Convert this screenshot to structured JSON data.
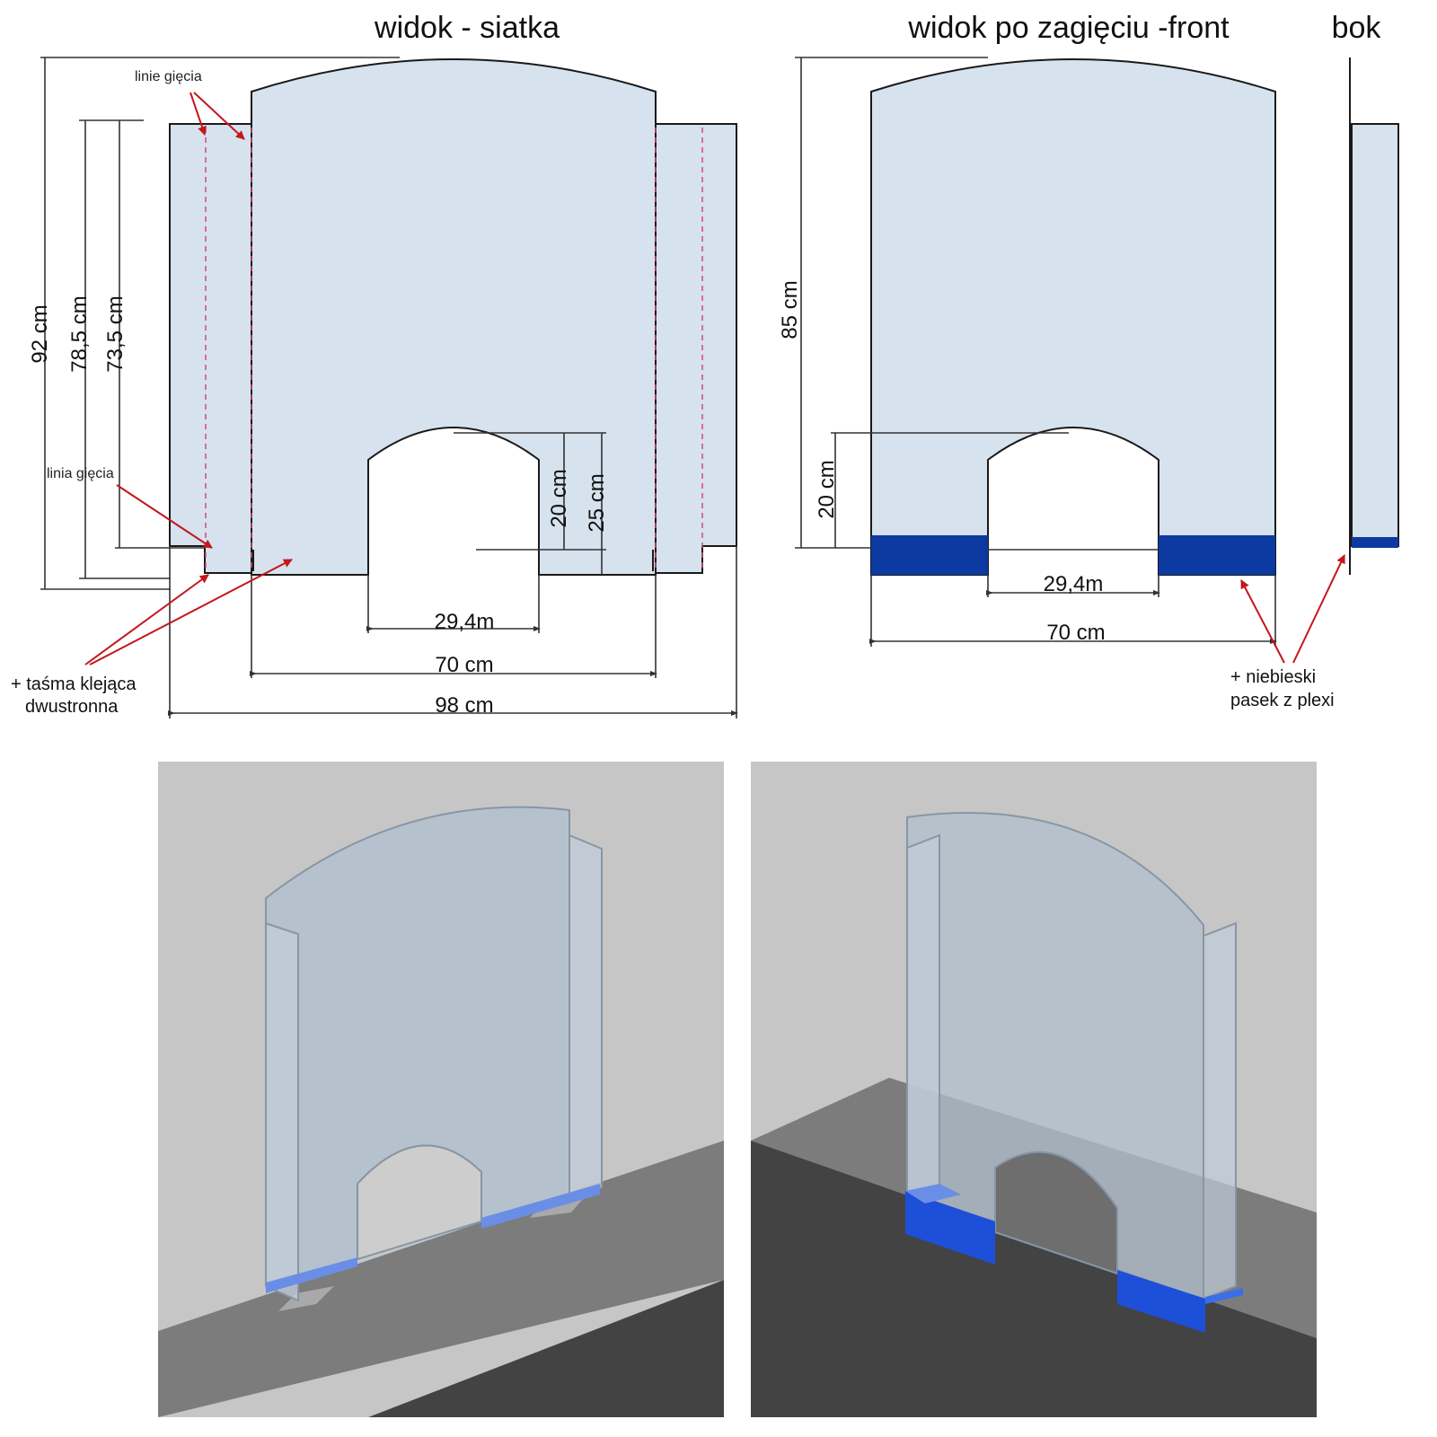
{
  "titles": {
    "net_view": "widok - siatka",
    "front_view": "widok po zagięciu -front",
    "side_view": "bok"
  },
  "net": {
    "dim_total_height": "92 cm",
    "dim_side_height_outer": "78,5 cm",
    "dim_side_height_inner": "73,5 cm",
    "dim_arch_inner": "20 cm",
    "dim_arch_outer": "25 cm",
    "dim_opening_width": "29,4m",
    "dim_panel_width": "70 cm",
    "dim_total_width": "98 cm",
    "label_fold_lines": "linie gięcia",
    "label_fold_line": "linia gięcia",
    "label_tape_line1": "+ taśma klejąca",
    "label_tape_line2": "dwustronna"
  },
  "front": {
    "dim_height": "85 cm",
    "dim_arch": "20 cm",
    "dim_opening_width": "29,4m",
    "dim_width": "70 cm",
    "label_strip_line1": "+ niebieski",
    "label_strip_line2": "pasek z plexi"
  },
  "colors": {
    "panel": "#d6e2ee",
    "strip": "#0c3aa0",
    "wall": "#c6c6c6",
    "counter_top": "#7c7c7c",
    "counter_front": "#434343",
    "arrow": "#c4161c"
  }
}
